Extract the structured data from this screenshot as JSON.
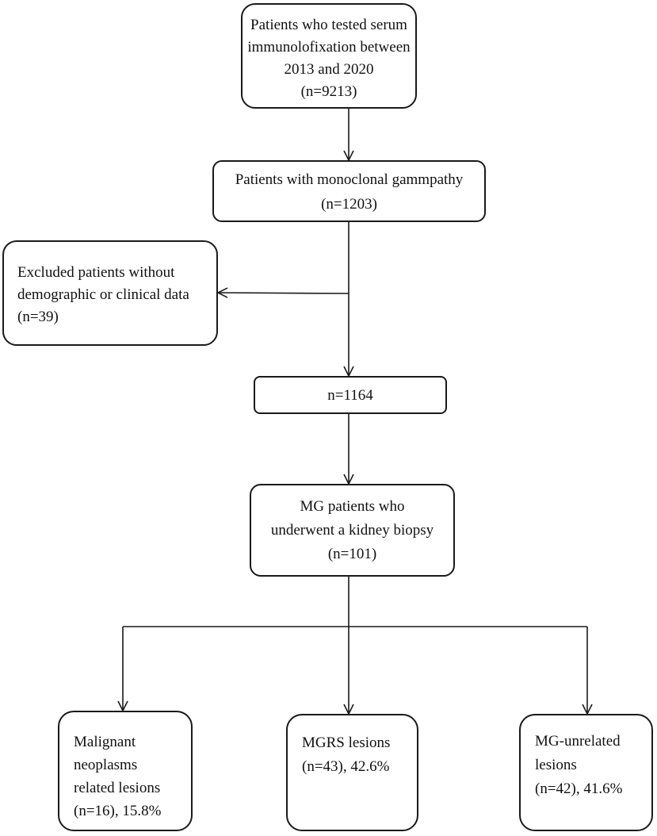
{
  "flowchart": {
    "nodes": {
      "screened": {
        "lines": [
          "Patients who tested serum",
          "immunolofixation between",
          "2013 and 2020",
          "(n=9213)"
        ]
      },
      "monoclonal": {
        "lines": [
          "Patients with monoclonal gammpathy",
          "(n=1203)"
        ]
      },
      "excluded": {
        "lines": [
          "Excluded patients without",
          "demographic or clinical data",
          "(n=39)"
        ]
      },
      "remaining": {
        "lines": [
          "n=1164"
        ]
      },
      "biopsy": {
        "lines": [
          "MG patients who",
          "underwent a kidney biopsy",
          "(n=101)"
        ]
      },
      "malignant": {
        "lines": [
          "Malignant",
          "neoplasms",
          "related lesions",
          "(n=16), 15.8%"
        ]
      },
      "mgrs": {
        "lines": [
          "MGRS lesions",
          "(n=43), 42.6%"
        ]
      },
      "unrelated": {
        "lines": [
          "MG-unrelated",
          "lesions",
          "(n=42), 41.6%"
        ]
      }
    },
    "edges": [
      {
        "from": "screened",
        "to": "monoclonal"
      },
      {
        "from": "monoclonal",
        "to": "excluded"
      },
      {
        "from": "monoclonal",
        "to": "remaining"
      },
      {
        "from": "remaining",
        "to": "biopsy"
      },
      {
        "from": "biopsy",
        "to": "malignant"
      },
      {
        "from": "biopsy",
        "to": "mgrs"
      },
      {
        "from": "biopsy",
        "to": "unrelated"
      }
    ]
  }
}
